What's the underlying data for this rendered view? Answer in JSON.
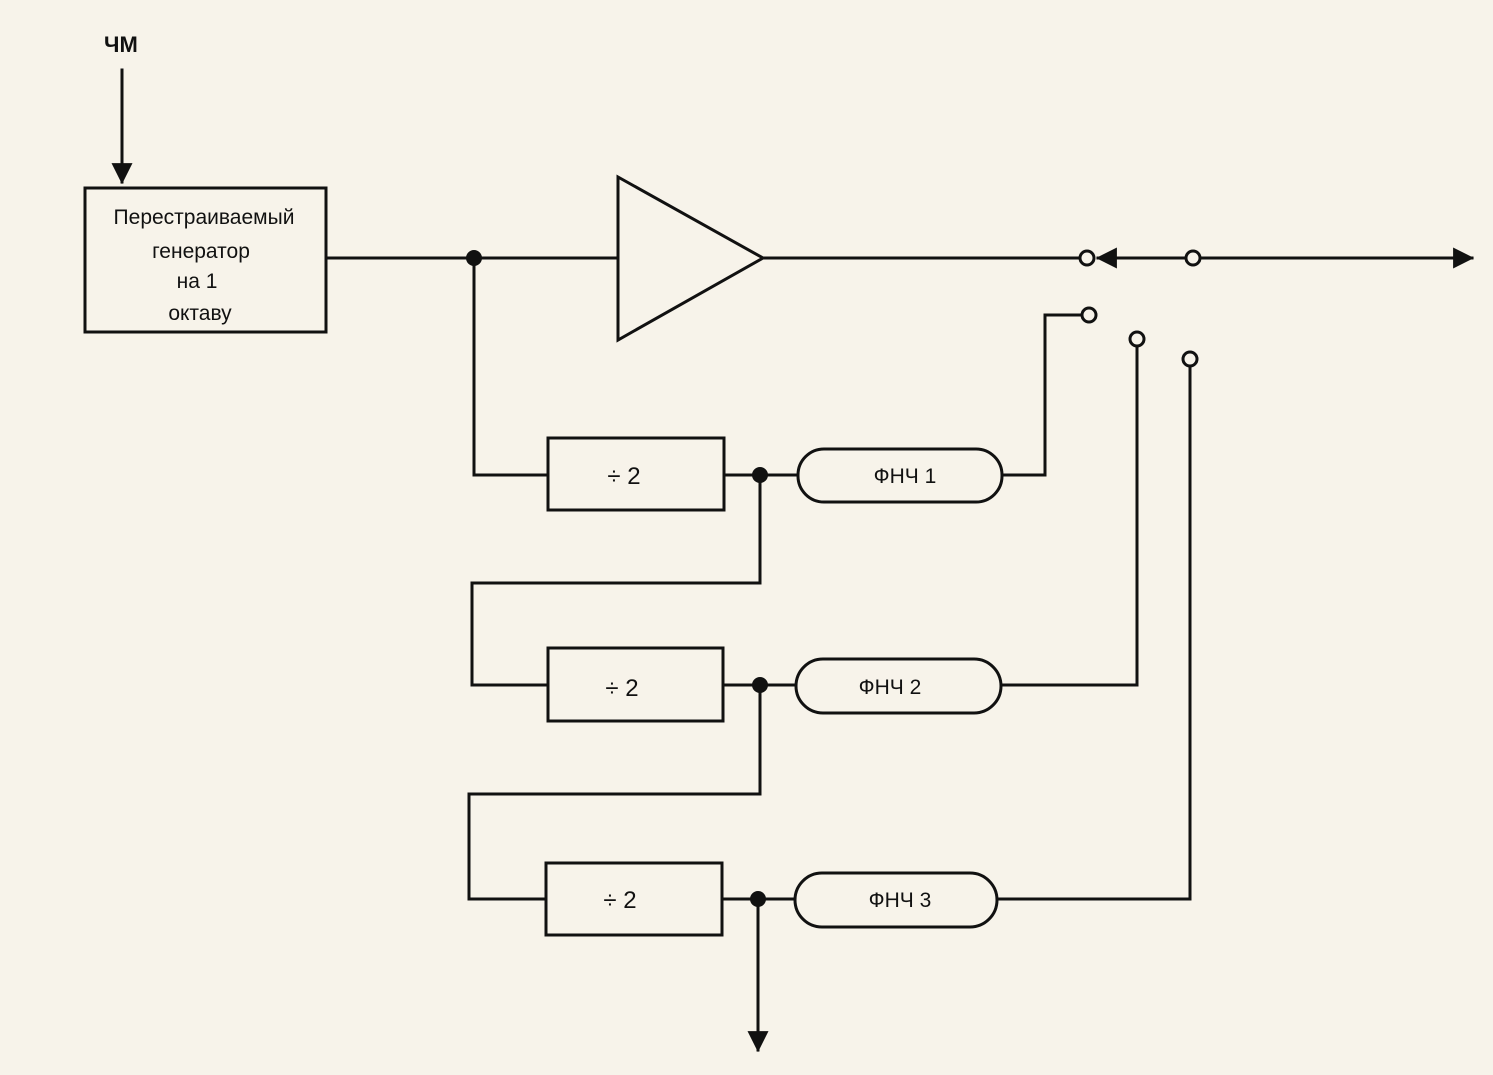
{
  "diagram": {
    "input_label": "ЧМ",
    "oscillator_lines": [
      "Перестраиваемый",
      "генератор",
      "на 1",
      "октаву"
    ],
    "dividers": [
      "÷  2",
      "÷  2",
      "÷  2"
    ],
    "filters": [
      "ФНЧ 1",
      "ФНЧ 2",
      "ФНЧ 3"
    ],
    "colors": {
      "background": "#f7f3ea",
      "ink": "#111111"
    }
  }
}
